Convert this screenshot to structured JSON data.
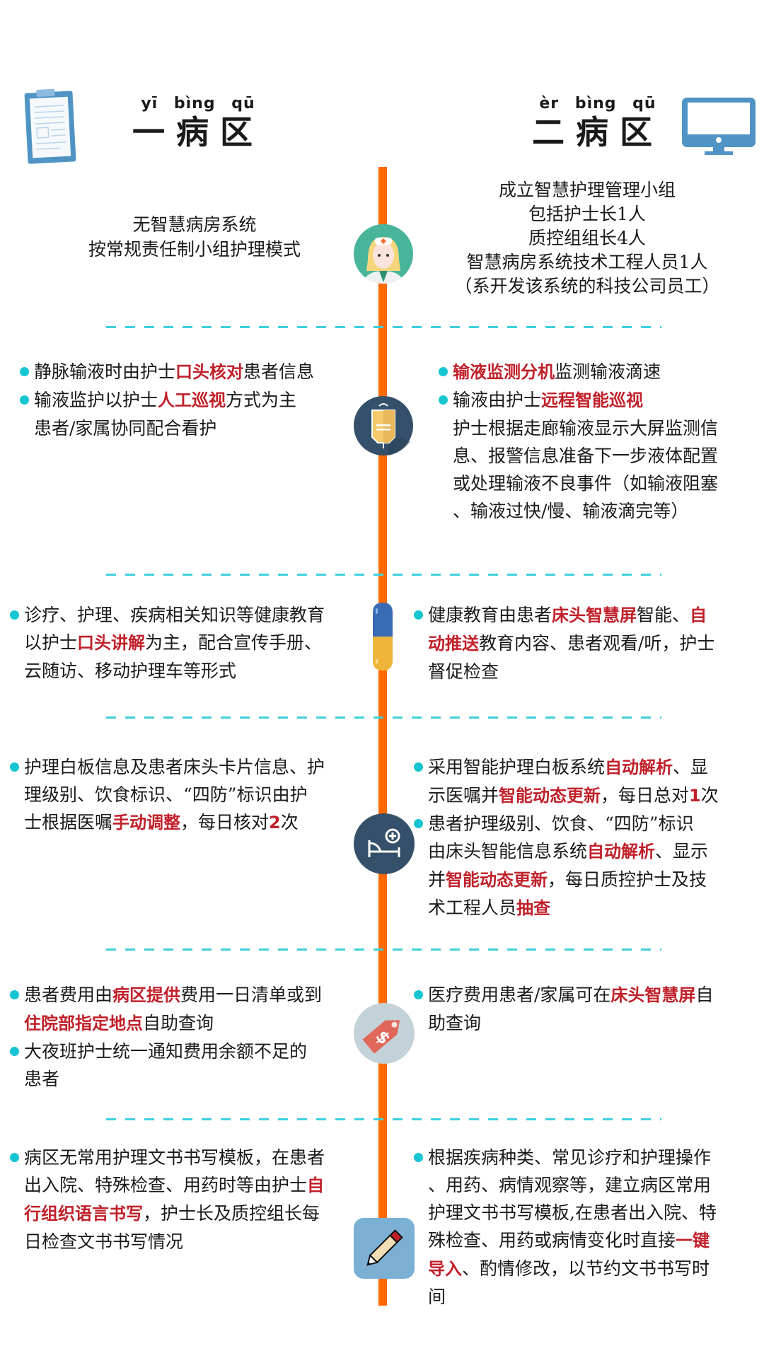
{
  "colors": {
    "timeline": "#ff6a00",
    "divider": "#3fcfdc",
    "bullet": "#16c5d2",
    "highlight": "#c0202a",
    "icon_dark": "#34506a",
    "icon_blue": "#4f94c4"
  },
  "header": {
    "left": {
      "pinyin": "yī bìng qū",
      "title": "一病区",
      "icon": "clipboard-icon"
    },
    "right": {
      "pinyin": "èr bìng qū",
      "title": "二病区",
      "icon": "monitor-icon"
    }
  },
  "sections": [
    {
      "icon": "nurse-icon",
      "left": {
        "lines": [
          "无智慧病房系统",
          "按常规责任制小组护理模式"
        ]
      },
      "right": {
        "lines": [
          "成立智慧护理管理小组",
          "包括护士长1人",
          "质控组组长4人",
          "智慧病房系统技术工程人员1人",
          "（系开发该系统的科技公司员工）"
        ]
      }
    },
    {
      "icon": "iv-bag-icon",
      "left": {
        "b1": {
          "pre": "静脉输液时由护士",
          "hl": "口头核对",
          "post": "患者信息"
        },
        "b2": {
          "pre": "输液监护以护士",
          "hl": "人工巡视",
          "post": "方式为主"
        },
        "b2_cont": "患者/家属协同配合看护"
      },
      "right": {
        "b1": {
          "hl": "输液监测分机",
          "post": "监测输液滴速"
        },
        "b2": {
          "pre": "输液由护士",
          "hl": "远程智能巡视"
        },
        "b2_cont": [
          "护士根据走廊输液显示大屏监测信",
          "息、报警信息准备下一步液体配置",
          "或处理输液不良事件（如输液阻塞",
          "、输液过快/慢、输液滴完等）"
        ]
      }
    },
    {
      "icon": "capsule-icon",
      "left": {
        "l1": "诊疗、护理、疾病相关知识等健康教育",
        "l2": {
          "pre": "以护士",
          "hl": "口头讲解",
          "post": "为主，配合宣传手册、"
        },
        "l3": "云随访、移动护理车等形式"
      },
      "right": {
        "l1": {
          "pre": "健康教育由患者",
          "hl": "床头智慧屏",
          "mid": "智能、",
          "hl2": "自"
        },
        "l2": {
          "hl": "动推送",
          "post": "教育内容、患者观看/听，护士"
        },
        "l3": "督促检查"
      }
    },
    {
      "icon": "hospital-bed-icon",
      "left": {
        "l1": "护理白板信息及患者床头卡片信息、护",
        "l2": "理级别、饮食标识、“四防”标识由护",
        "l3": {
          "pre": "士根据医嘱",
          "hl": "手动调整",
          "mid": "，每日核对",
          "hl2": "2",
          "post": "次"
        }
      },
      "right": {
        "b1": {
          "l1": {
            "pre": "采用智能护理白板系统",
            "hl": "自动解析",
            "post": "、显"
          },
          "l2": {
            "pre": "示医嘱并",
            "hl": "智能动态更新",
            "mid": "，每日总对",
            "hl2": "1",
            "post": "次"
          }
        },
        "b2": {
          "l1": "患者护理级别、饮食、“四防”标识",
          "l2": {
            "pre": "由床头智能信息系统",
            "hl": "自动解析",
            "post": "、显示"
          },
          "l3": {
            "pre": "并",
            "hl": "智能动态更新",
            "post": "，每日质控护士及技"
          },
          "l4": {
            "pre": "术工程人员",
            "hl": "抽查"
          }
        }
      }
    },
    {
      "icon": "price-tag-icon",
      "left": {
        "b1": {
          "l1": {
            "pre": "患者费用由",
            "hl": "病区提供",
            "post": "费用一日清单或到"
          },
          "l2": {
            "hl": "住院部指定地点",
            "post": "自助查询"
          }
        },
        "b2": {
          "l1": "大夜班护士统一通知费用余额不足的",
          "l2": "患者"
        }
      },
      "right": {
        "l1": {
          "pre": "医疗费用患者/家属可在",
          "hl": "床头智慧屏",
          "post": "自"
        },
        "l2": "助查询"
      }
    },
    {
      "icon": "pencil-icon",
      "left": {
        "l1": "病区无常用护理文书书写模板，在患者",
        "l2": {
          "pre": "出入院、特殊检查、用药时等由护士",
          "hl": "自"
        },
        "l3": {
          "hl": "行组织语言书写",
          "post": "，护士长及质控组长每"
        },
        "l4": "日检查文书书写情况"
      },
      "right": {
        "l1": "根据疾病种类、常见诊疗和护理操作",
        "l2": "、用药、病情观察等，建立病区常用",
        "l3": "护理文书书写模板,在患者出入院、特",
        "l4": {
          "pre": "殊检查、用药或病情变化时直接",
          "hl": "一键"
        },
        "l5": {
          "hl": "导入",
          "post": "、酌情修改，以节约文书书写时"
        },
        "l6": "间"
      }
    }
  ]
}
